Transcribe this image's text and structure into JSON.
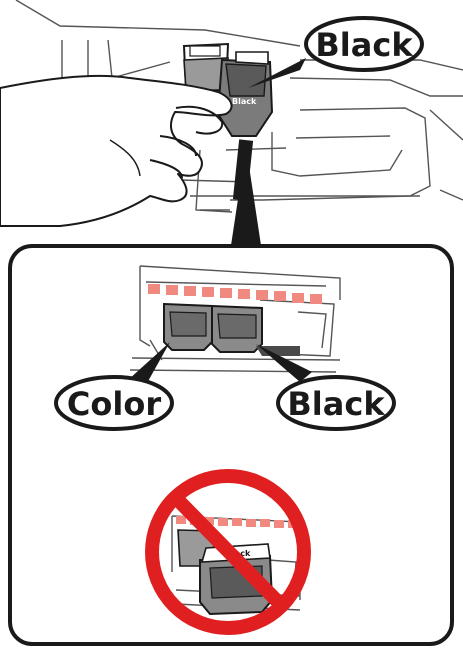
{
  "callouts": {
    "top_black": "Black",
    "color": "Color",
    "bottom_black": "Black"
  },
  "cartridge_labels": {
    "top_cartridge": "Black",
    "wrong_cartridge": "Black"
  },
  "colors": {
    "outline": "#1a1a1a",
    "line_gray": "#555555",
    "cartridge_gray": "#8a8a8a",
    "cartridge_dark": "#4a4a4a",
    "dash_red": "#f08a80",
    "prohibit_red": "#e02020"
  },
  "icons": [
    "hand-icon",
    "prohibited-icon"
  ]
}
